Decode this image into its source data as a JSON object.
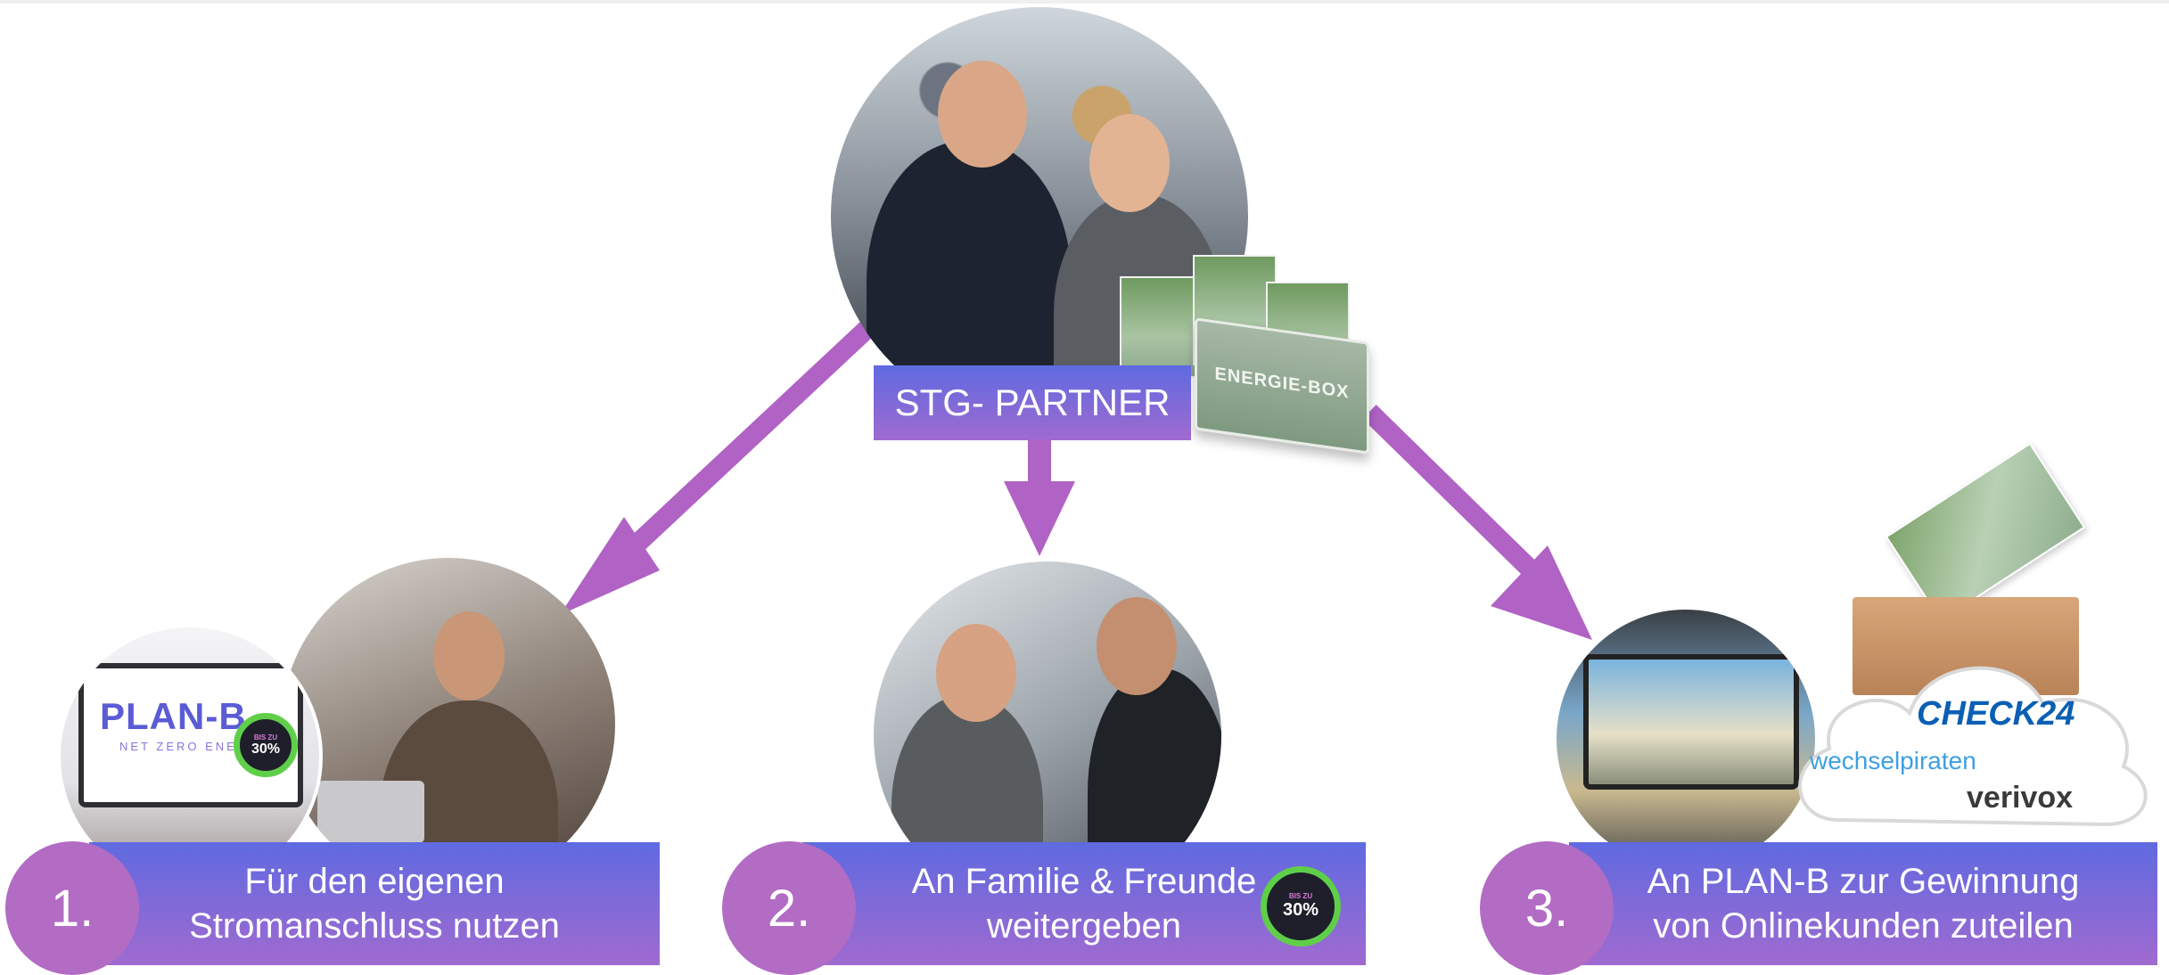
{
  "partner": {
    "label": "STG- PARTNER"
  },
  "energy_box": {
    "label": "ENERGIE-BOX"
  },
  "options": [
    {
      "number": "1.",
      "line1": "Für den eigenen",
      "line2": "Stromanschluss nutzen"
    },
    {
      "number": "2.",
      "line1": "An Familie & Freunde",
      "line2": "weitergeben"
    },
    {
      "number": "3.",
      "line1": "An PLAN-B zur Gewinnung",
      "line2": "von Onlinekunden zuteilen"
    }
  ],
  "laptop_screen": {
    "brand": "PLAN-B",
    "tagline": "NET ZERO ENERGY"
  },
  "badge": {
    "top": "BIS ZU",
    "value": "30%"
  },
  "portals": {
    "check24": "CHECK24",
    "wechselpiraten": "wechselpiraten",
    "verivox": "verivox"
  },
  "colors": {
    "banner_top": "#5f6ae0",
    "banner_bottom": "#a06ad0",
    "number_circle": "#b26cc4",
    "arrow": "#b063c4",
    "badge_ring": "#5fcf4a"
  }
}
